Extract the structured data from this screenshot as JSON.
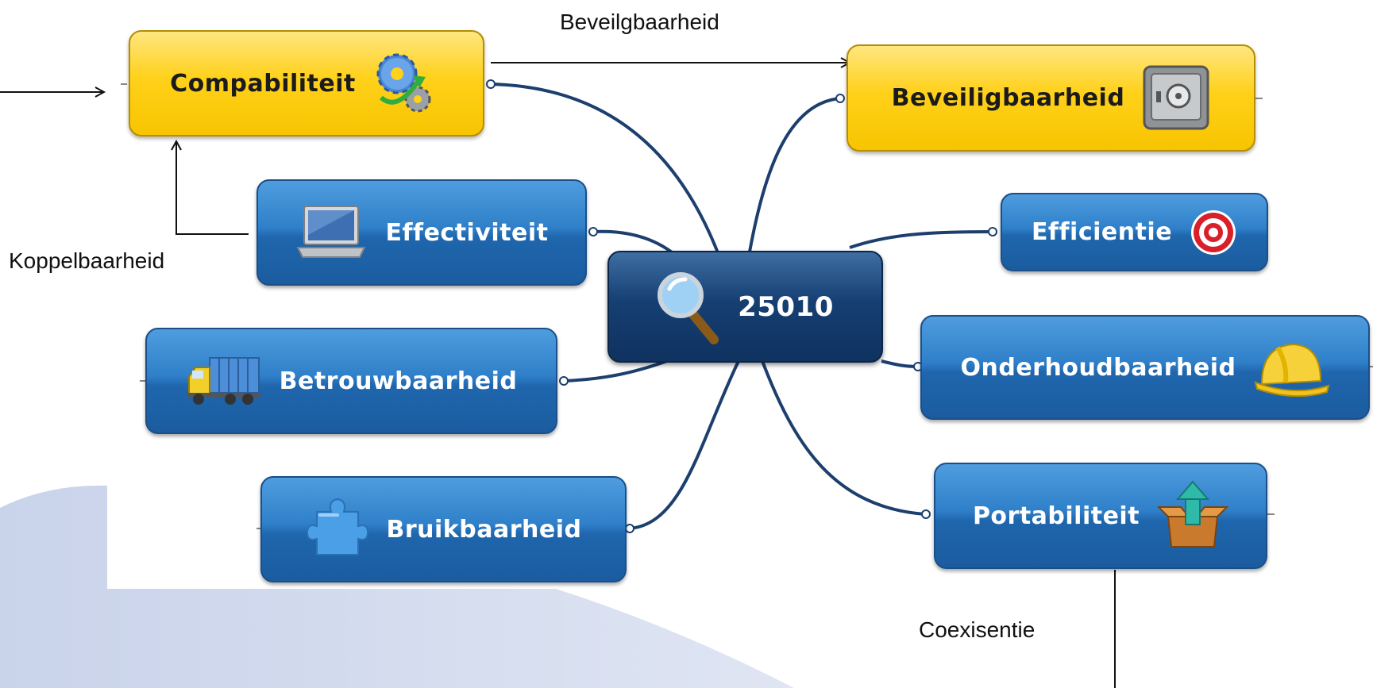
{
  "diagram": {
    "central": {
      "label": "25010",
      "icon": "magnifier-icon"
    },
    "nodes": {
      "compabiliteit": {
        "label": "Compabiliteit",
        "icon": "gears-icon",
        "color": "#ffd11a"
      },
      "beveiligbaarheid": {
        "label": "Beveiligbaarheid",
        "icon": "safe-icon",
        "color": "#ffd11a"
      },
      "effectiviteit": {
        "label": "Effectiviteit",
        "icon": "laptop-icon",
        "color": "#2f80c9"
      },
      "efficientie": {
        "label": "Efficientie",
        "icon": "target-icon",
        "color": "#2f80c9"
      },
      "betrouwbaarheid": {
        "label": "Betrouwbaarheid",
        "icon": "truck-icon",
        "color": "#2f80c9"
      },
      "onderhoudbaarheid": {
        "label": "Onderhoudbaarheid",
        "icon": "hardhat-icon",
        "color": "#2f80c9"
      },
      "bruikbaarheid": {
        "label": "Bruikbaarheid",
        "icon": "puzzle-icon",
        "color": "#2f80c9"
      },
      "portabiliteit": {
        "label": "Portabiliteit",
        "icon": "box-arrow-icon",
        "color": "#2f80c9"
      }
    },
    "annotations": {
      "beveilgbaarheid": "Beveilgbaarheid",
      "koppelbaarheid": "Koppelbaarheid",
      "coexisentie": "Coexisentie"
    }
  }
}
